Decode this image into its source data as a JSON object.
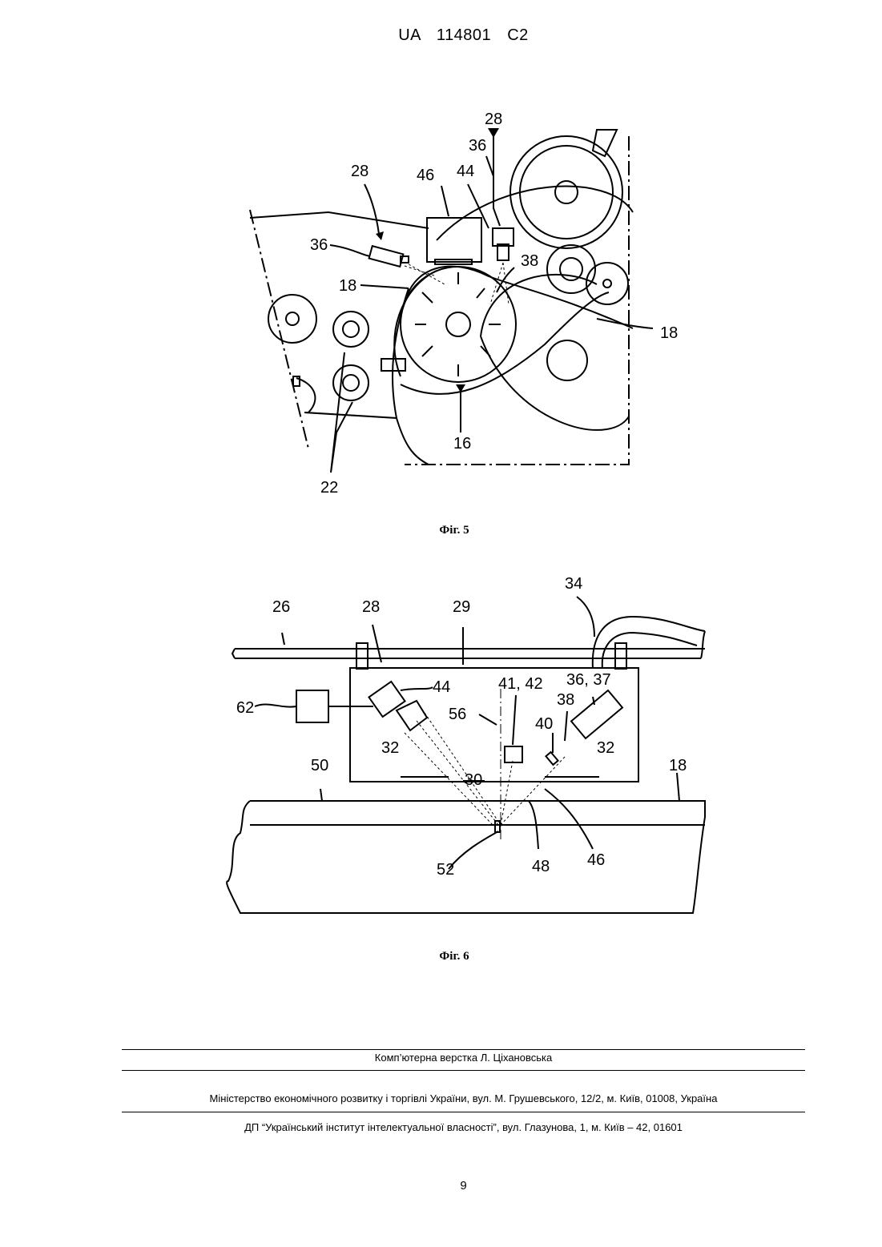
{
  "header": {
    "patent_number": "UA 114801 C2"
  },
  "figure5": {
    "caption": "Фіг. 5",
    "labels": {
      "l28a": "28",
      "l28b": "28",
      "l36a": "36",
      "l36b": "36",
      "l46": "46",
      "l44": "44",
      "l38": "38",
      "l18a": "18",
      "l18b": "18",
      "l16": "16",
      "l22": "22"
    }
  },
  "figure6": {
    "caption": "Фіг. 6",
    "labels": {
      "l26": "26",
      "l28": "28",
      "l29": "29",
      "l34": "34",
      "l44": "44",
      "l4142": "41, 42",
      "l3637": "36, 37",
      "l62": "62",
      "l56": "56",
      "l38": "38",
      "l40": "40",
      "l32a": "32",
      "l32b": "32",
      "l30": "30",
      "l50": "50",
      "l18": "18",
      "l52": "52",
      "l48": "48",
      "l46": "46"
    }
  },
  "footer": {
    "typesetting": "Комп’ютерна верстка Л. Ціхановська",
    "ministry": "Міністерство економічного розвитку і торгівлі України, вул. М. Грушевського, 12/2, м. Київ, 01008, Україна",
    "institute": "ДП “Український інститут інтелектуальної власності”, вул. Глазунова, 1, м. Київ – 42, 01601"
  },
  "page_number": "9"
}
